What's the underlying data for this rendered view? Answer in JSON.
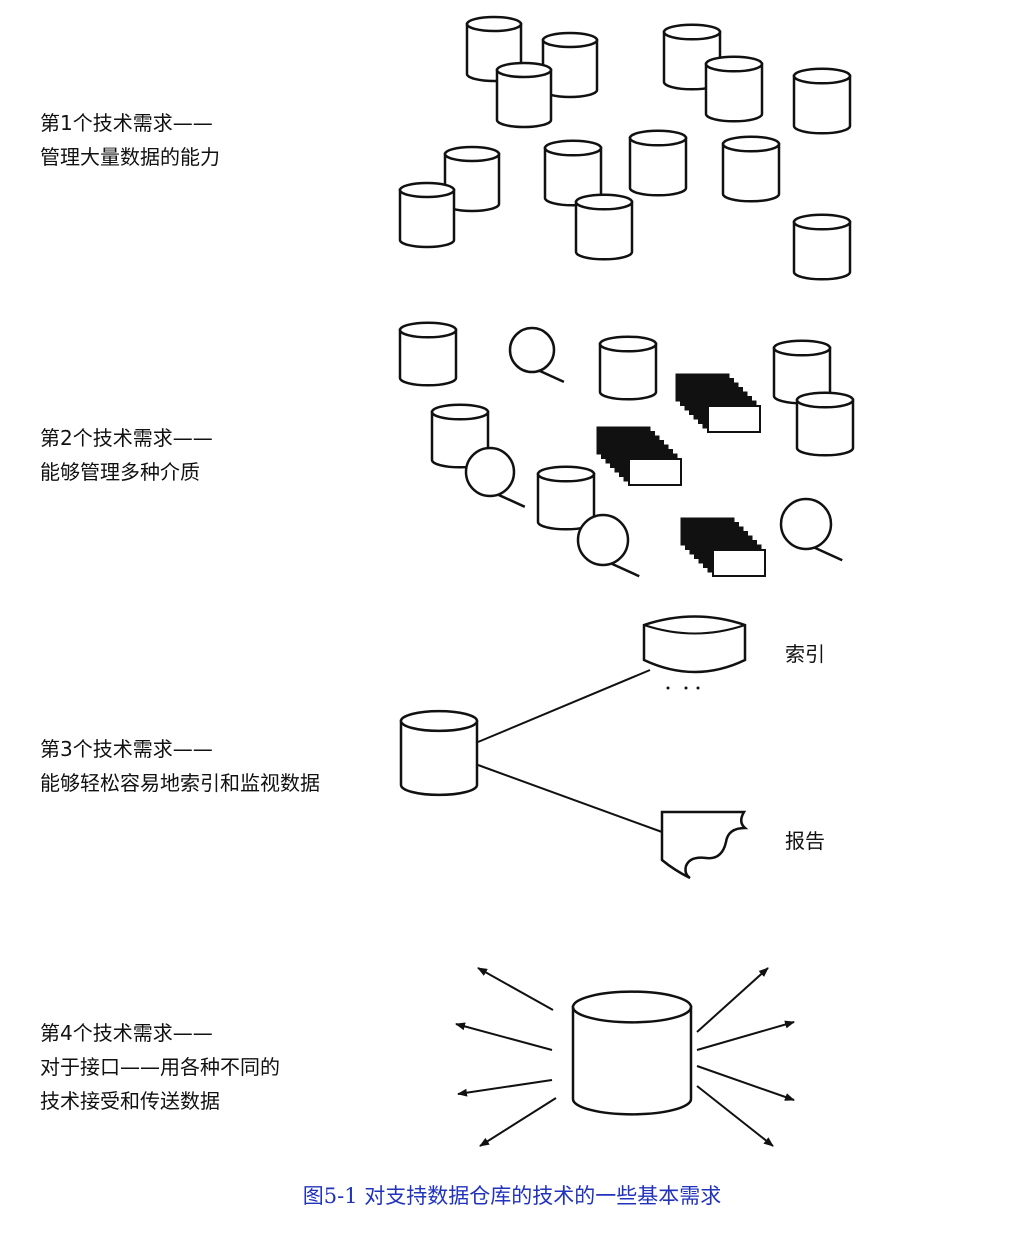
{
  "requirements": [
    {
      "lines": [
        "第1个技术需求——",
        "管理大量数据的能力"
      ]
    },
    {
      "lines": [
        "第2个技术需求——",
        "能够管理多种介质"
      ]
    },
    {
      "lines": [
        "第3个技术需求——",
        "能够轻松容易地索引和监视数据"
      ]
    },
    {
      "lines": [
        "第4个技术需求——",
        "对于接口——用各种不同的",
        "技术接受和传送数据"
      ]
    }
  ],
  "labels": {
    "index": "索引",
    "report": "报告"
  },
  "caption": "图5-1   对支持数据仓库的技术的一些基本需求",
  "colors": {
    "caption": "#2233bb",
    "ink": "#111111"
  }
}
